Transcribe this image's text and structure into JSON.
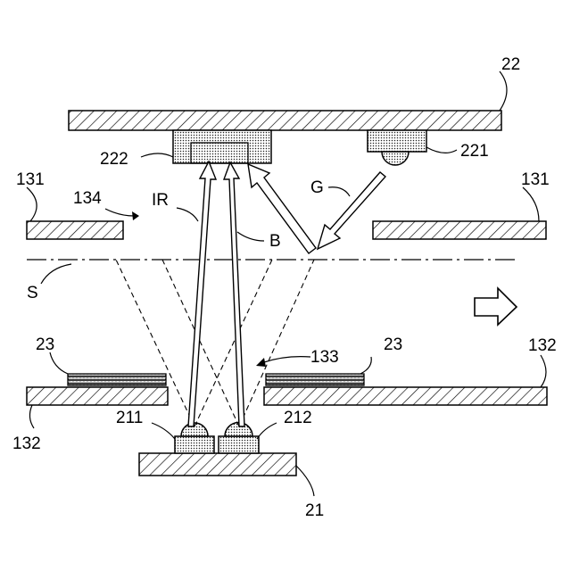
{
  "labels": {
    "ref_22": "22",
    "ref_222": "222",
    "ref_221": "221",
    "ref_131_left": "131",
    "ref_131_right": "131",
    "ref_134": "134",
    "ref_ir": "IR",
    "ref_g": "G",
    "ref_b": "B",
    "ref_s": "S",
    "ref_23_left": "23",
    "ref_23_right": "23",
    "ref_133": "133",
    "ref_132_left": "132",
    "ref_132_right": "132",
    "ref_211": "211",
    "ref_212": "212",
    "ref_21": "21"
  },
  "icons": {
    "transport_direction": "right-arrow-outline-icon"
  },
  "colors": {
    "ink": "#000000",
    "paper": "#ffffff",
    "sensor_fill": "#d8d8d8"
  }
}
